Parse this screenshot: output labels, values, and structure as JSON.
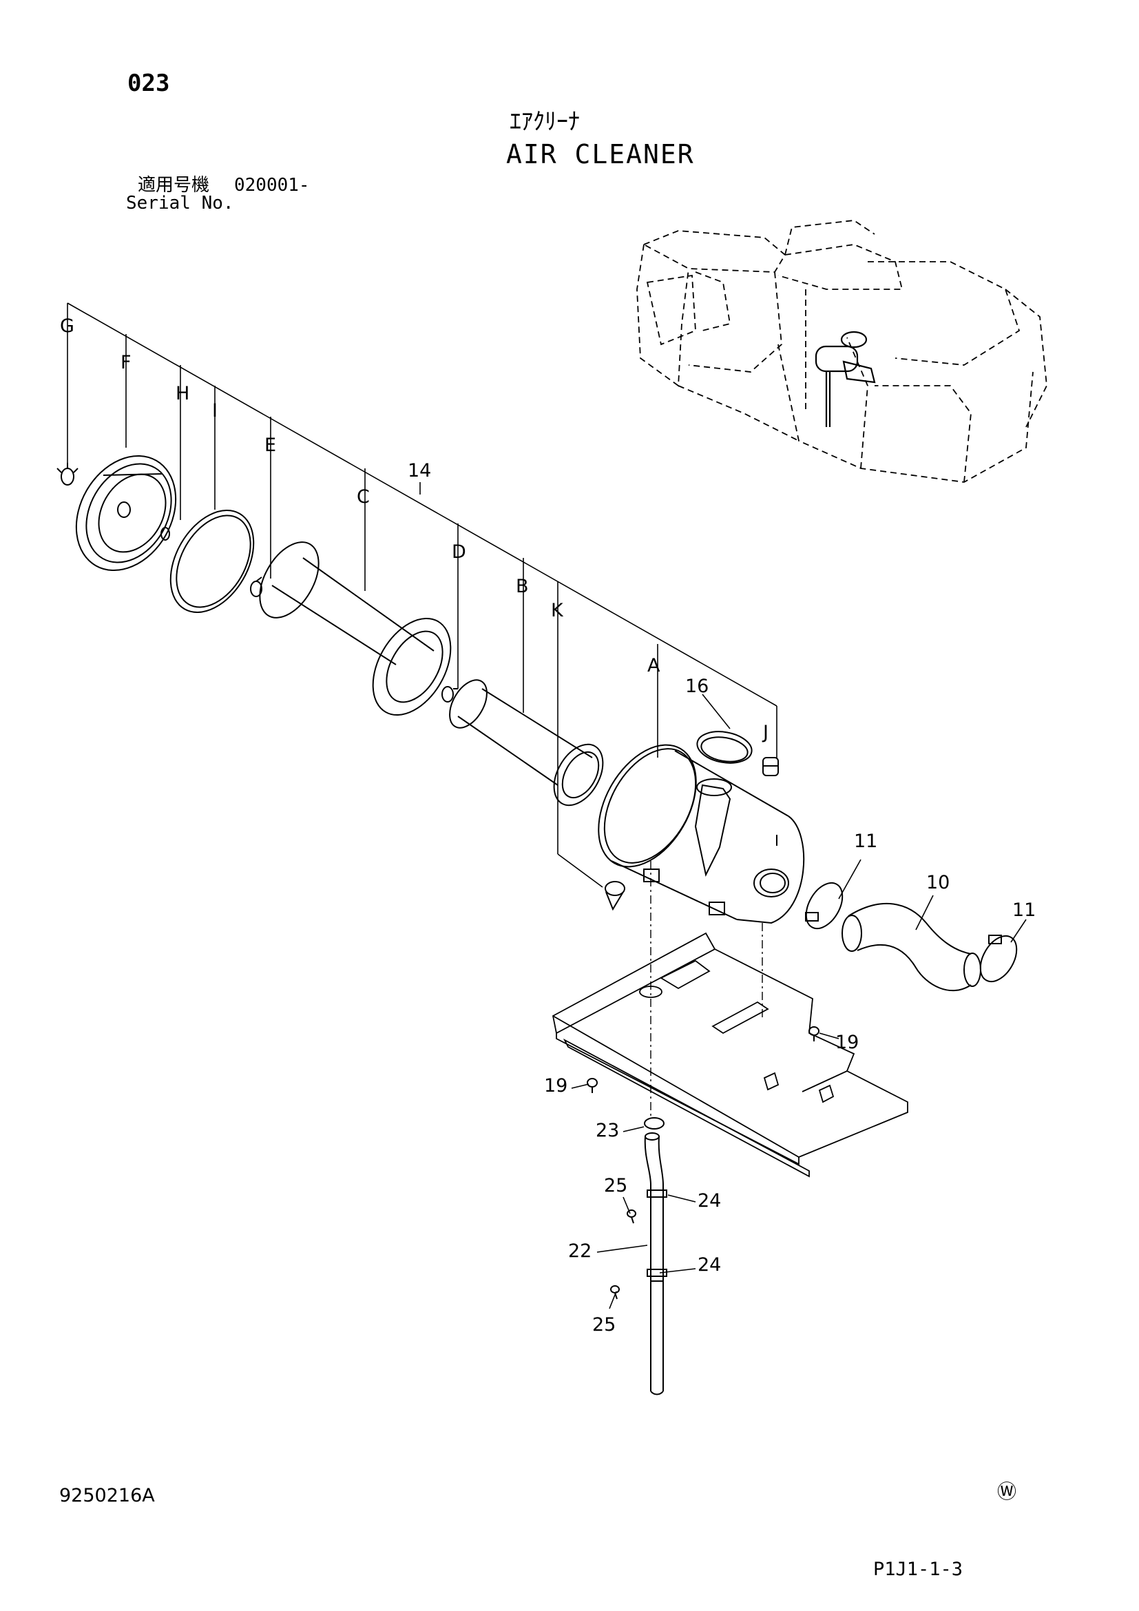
{
  "header": {
    "page_number": "023",
    "title_jp": "ｴｱｸﾘｰﾅ",
    "title_en": "AIR CLEANER",
    "serial_label_jp": "適用号機",
    "serial_label_en": "Serial No.",
    "serial_value": "020001-"
  },
  "footer": {
    "drawing_number": "9250216A",
    "mark": "Ⓦ",
    "page_code": "P1J1-1-3"
  },
  "callouts": {
    "G": "G",
    "F": "F",
    "H": "H",
    "I": "I",
    "E": "E",
    "C": "C",
    "D": "D",
    "B": "B",
    "K": "K",
    "A": "A",
    "J": "J",
    "n14": "14",
    "n16": "16",
    "n11a": "11",
    "n10": "10",
    "n11b": "11",
    "n19a": "19",
    "n19b": "19",
    "n23": "23",
    "n25a": "25",
    "n24a": "24",
    "n22": "22",
    "n24b": "24",
    "n25b": "25"
  }
}
